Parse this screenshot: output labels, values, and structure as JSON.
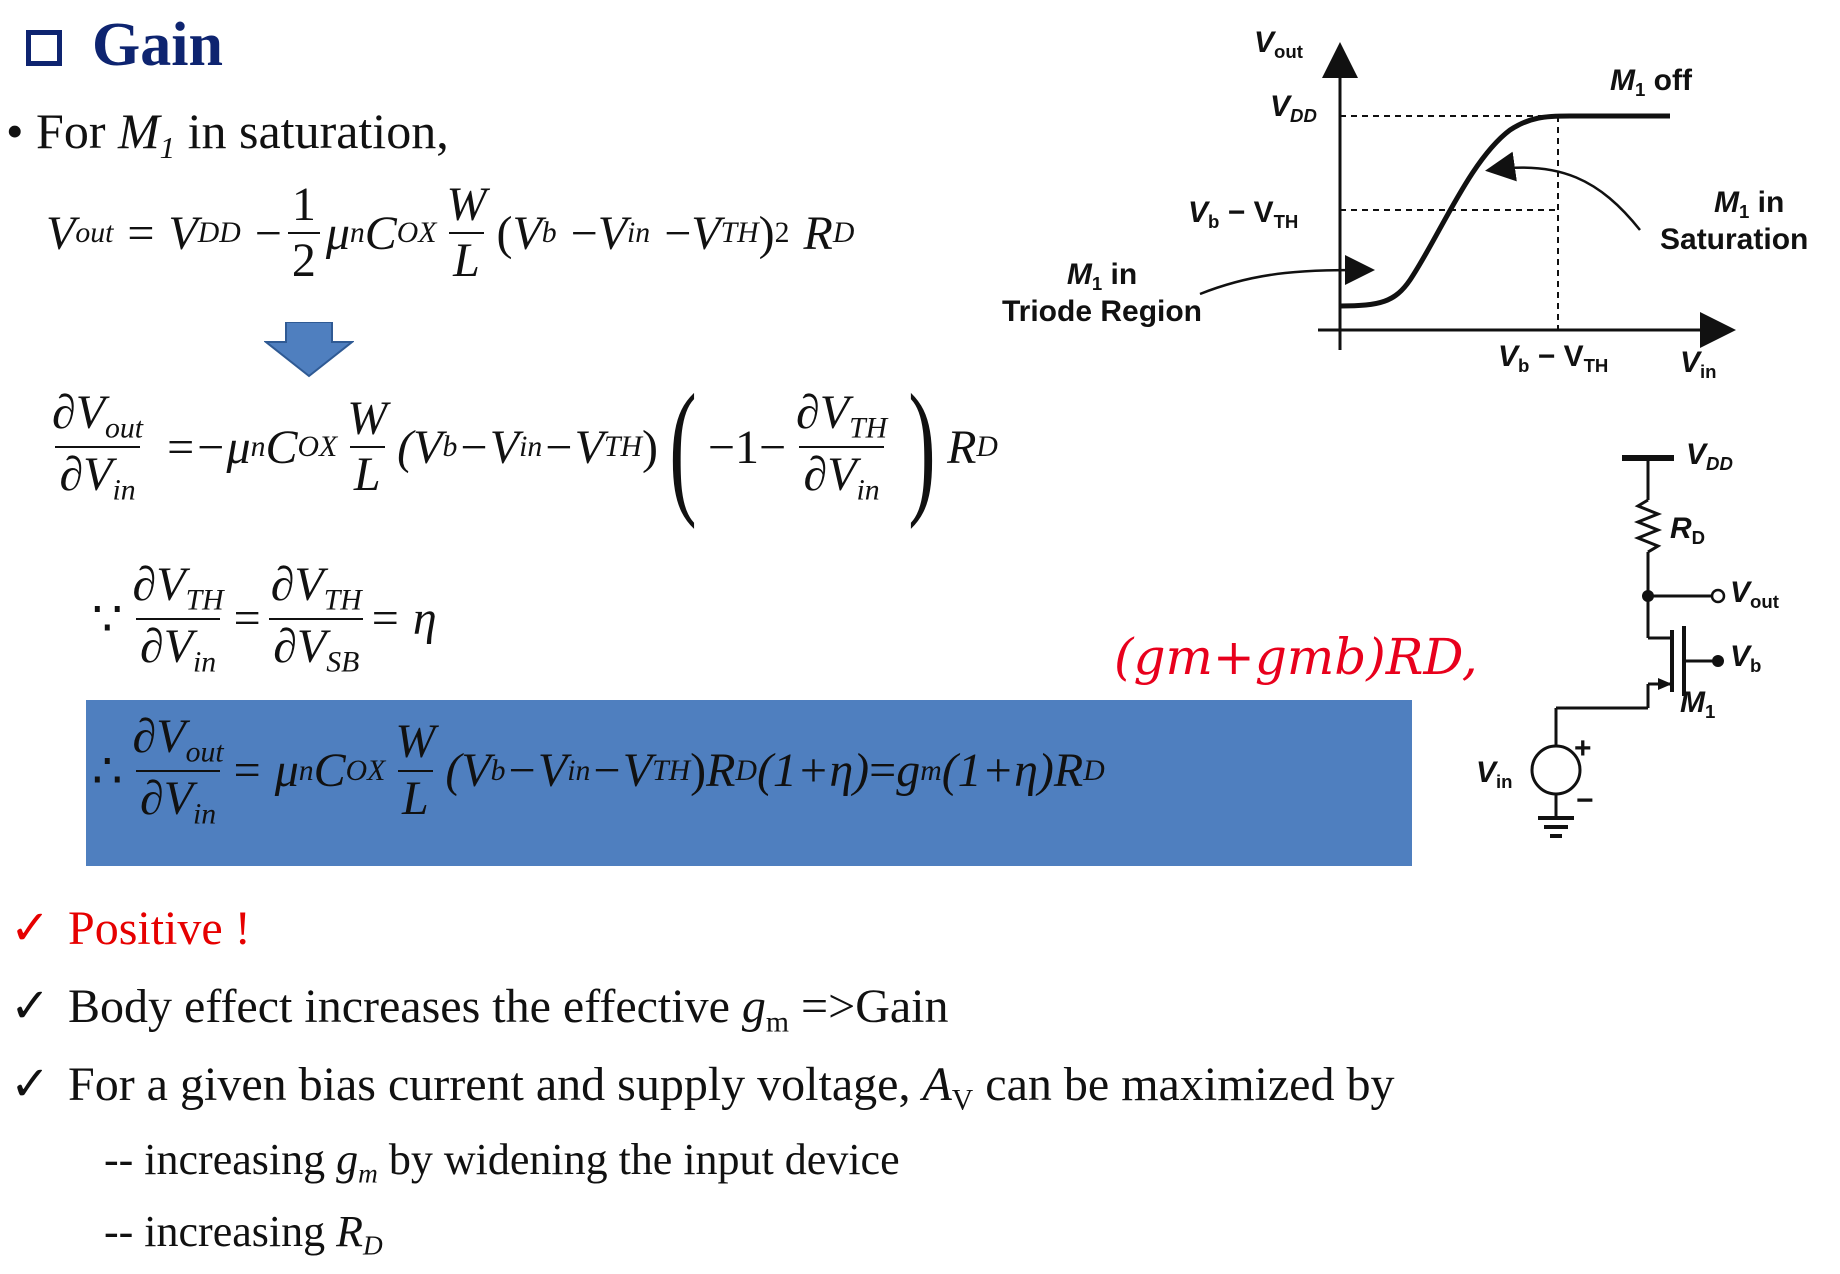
{
  "title": "Gain",
  "intro": {
    "bullet": "•",
    "pre": "For ",
    "var": "M",
    "sub": "1",
    "post": " in saturation,"
  },
  "eq1": {
    "lhs": "V",
    "lhs_sub": "out",
    "eq": "=",
    "vdd": "V",
    "vdd_sub": "DD",
    "minus": "−",
    "half_num": "1",
    "half_den": "2",
    "mu": "μ",
    "mu_sub": "n",
    "c": "C",
    "c_sub": "OX",
    "w": "W",
    "l": "L",
    "paren_open": "(",
    "vb": "V",
    "vb_sub": "b",
    "m1": "−",
    "vin": "V",
    "vin_sub": "in",
    "m2": "−",
    "vth": "V",
    "vth_sub": "TH",
    "paren_close": ")",
    "sq": "2",
    "rd": "R",
    "rd_sub": "D"
  },
  "eq2": {
    "num": "∂V",
    "num_sub": "out",
    "den": "∂V",
    "den_sub": "in",
    "eq": "=",
    "neg_mu": "−μ",
    "mu_sub": "n",
    "c": "C",
    "c_sub": "OX",
    "w": "W",
    "l": "L",
    "paren": "(V",
    "vb_sub": "b",
    "m1": " −V",
    "vin_sub": "in",
    "m2": " −V",
    "vth_sub": "TH",
    "close": ")",
    "inner_lead": "−1−",
    "inner_num": "∂V",
    "inner_num_sub": "TH",
    "inner_den": "∂V",
    "inner_den_sub": "in",
    "rd": "R",
    "rd_sub": "D"
  },
  "eq3": {
    "because": "∵",
    "n1": "∂V",
    "n1_sub": "TH",
    "d1": "∂V",
    "d1_sub": "in",
    "eq": "=",
    "n2": "∂V",
    "n2_sub": "TH",
    "d2": "∂V",
    "d2_sub": "SB",
    "eq2": "=",
    "eta": "η"
  },
  "eq4": {
    "therefore": "∴",
    "num": "∂V",
    "num_sub": "out",
    "den": "∂V",
    "den_sub": "in",
    "eq": "=",
    "mu": "μ",
    "mu_sub": "n",
    "c": "C",
    "c_sub": "OX",
    "w": "W",
    "l": "L",
    "paren": "(V",
    "vb_sub": "b",
    "m1": " −V",
    "vin_sub": "in",
    "m2": " −V",
    "vth_sub": "TH",
    "close": ")",
    "rd": "R",
    "rd_sub": "D",
    "one_eta": "(1+η)",
    "eq2": "=",
    "gm": "g",
    "gm_sub": "m",
    "one_eta2": "(1+η)",
    "rd2": "R",
    "rd2_sub": "D"
  },
  "handwritten_note": "(gm+gmb)RD,",
  "checks": {
    "mark": "✓",
    "positive": "Positive !",
    "body": {
      "pre": "Body effect increases the effective ",
      "g": "g",
      "g_sub": "m",
      "post": " =>Gain"
    },
    "bias": {
      "pre": "For a given bias current and supply voltage, ",
      "a": "A",
      "a_sub": "V",
      "post": " can be maximized by"
    },
    "sub1": {
      "pre": "-- increasing ",
      "g": "g",
      "g_sub": "m",
      "post": " by widening the input device"
    },
    "sub2": {
      "pre": "-- increasing ",
      "r": "R",
      "r_sub": "D"
    }
  },
  "plot": {
    "y_axis": "V",
    "y_axis_sub": "out",
    "vdd": "V",
    "vdd_sub": "DD",
    "vb_vth": "V",
    "vb_vth_sub1": "b",
    "vb_vth_mid": " − V",
    "vb_vth_sub2": "TH",
    "x_vb_vth": "V",
    "x_vb_vth_sub1": "b",
    "x_vb_vth_mid": " − V",
    "x_vb_vth_sub2": "TH",
    "x_axis": "V",
    "x_axis_sub": "in",
    "off": "M",
    "off_sub": "1",
    "off_post": " off",
    "sat_l1": "M",
    "sat_sub": "1",
    "sat_post": " in",
    "sat_l2": "Saturation",
    "tri_l1": "M",
    "tri_sub": "1",
    "tri_post": " in",
    "tri_l2": "Triode Region"
  },
  "circuit": {
    "vdd": "V",
    "vdd_sub": "DD",
    "rd": "R",
    "rd_sub": "D",
    "vout": "V",
    "vout_sub": "out",
    "vb": "V",
    "vb_sub": "b",
    "m1": "M",
    "m1_sub": "1",
    "vin": "V",
    "vin_sub": "in",
    "plus": "+",
    "minus": "−"
  }
}
